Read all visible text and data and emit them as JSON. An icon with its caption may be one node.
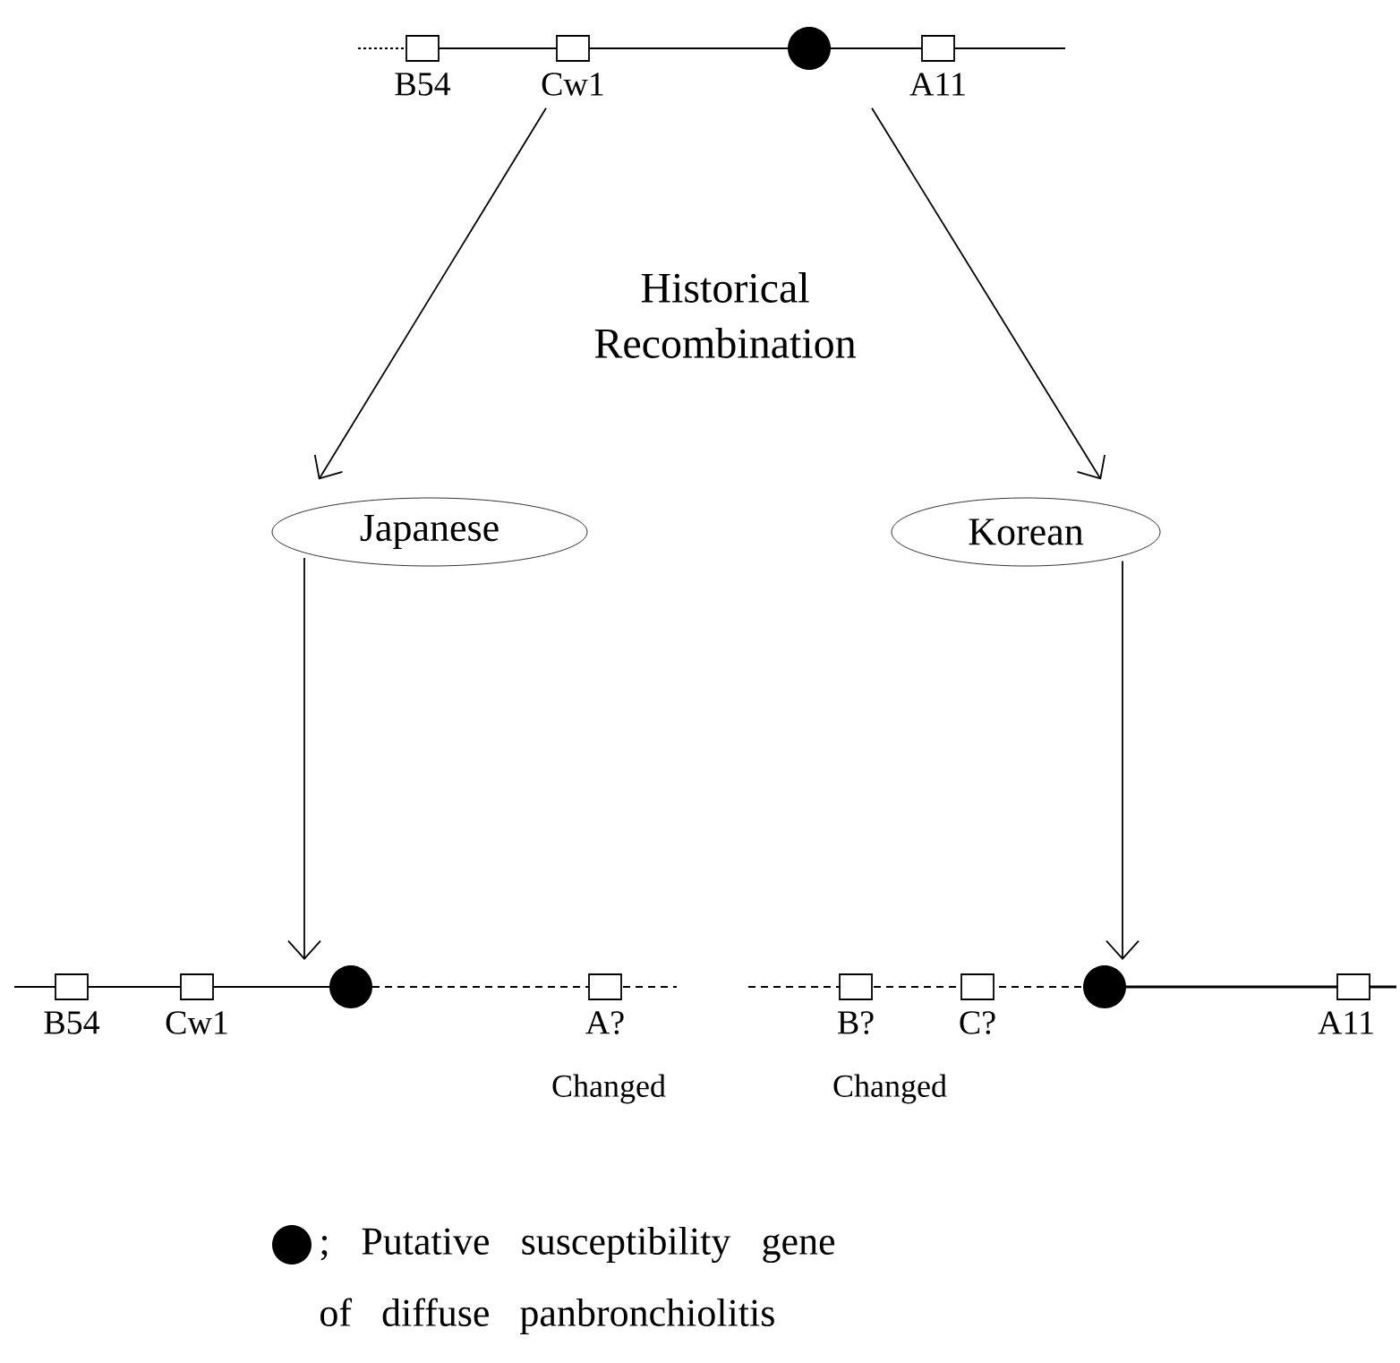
{
  "diagram": {
    "nodes": [
      {
        "text": [],
        "shape": "bar",
        "beside": [
          "B54",
          "Cw1",
          "A11"
        ]
      },
      {
        "text": [
          "Japanese"
        ]
      },
      {
        "text": [
          "Korean"
        ]
      },
      {
        "text": [],
        "shape": "bar",
        "beside": [
          "B54",
          "Cw1",
          "A?"
        ]
      },
      {
        "text": [],
        "shape": "bar",
        "beside": [
          "B?",
          "C?",
          "A11"
        ]
      }
    ],
    "edges": [
      {
        "from": 0,
        "to": 1,
        "arrow": "to"
      },
      {
        "from": 0,
        "to": 2,
        "arrow": "to"
      },
      {
        "from": 1,
        "to": 3,
        "arrow": "to"
      },
      {
        "from": 2,
        "to": 4,
        "arrow": "to"
      }
    ],
    "labels": [
      "Historical Recombination",
      "Changed",
      "Changed"
    ],
    "legend": [
      {
        "text": "; Putative susceptibility gene of diffuse panbronchiolitis"
      }
    ]
  }
}
